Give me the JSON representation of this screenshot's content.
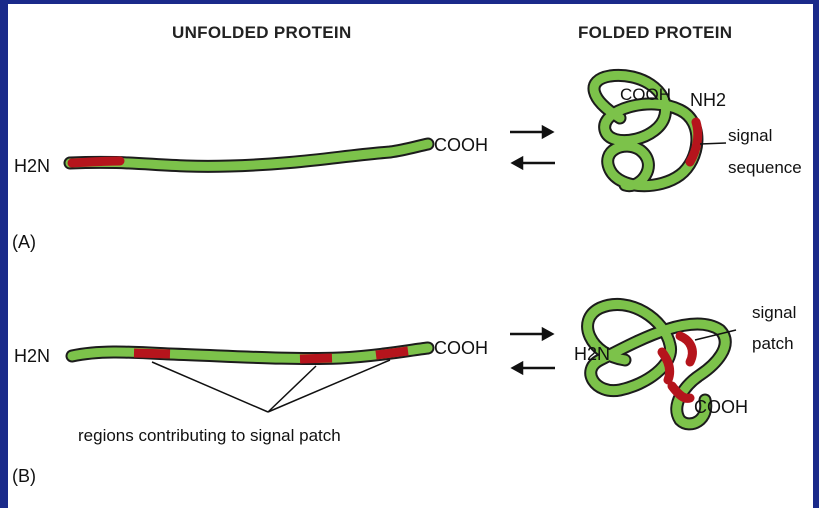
{
  "headers": {
    "unfolded": "UNFOLDED PROTEIN",
    "folded": "FOLDED PROTEIN"
  },
  "panel_a": {
    "label": "(A)",
    "n_terminus": "H2N",
    "c_terminus": "COOH",
    "folded_c_terminus": "COOH",
    "folded_n_terminus": "NH2",
    "annotation_line1": "signal",
    "annotation_line2": "sequence"
  },
  "panel_b": {
    "label": "(B)",
    "n_terminus": "H2N",
    "c_terminus": "COOH",
    "folded_n_terminus": "H2N",
    "folded_c_terminus": "COOH",
    "annotation_line1": "signal",
    "annotation_line2": "patch",
    "regions_caption": "regions contributing to signal patch"
  },
  "colors": {
    "chain_green": "#7cc24a",
    "chain_outline": "#1c1c1c",
    "signal_red": "#b5141c",
    "frame_blue": "#1a2a8a"
  }
}
